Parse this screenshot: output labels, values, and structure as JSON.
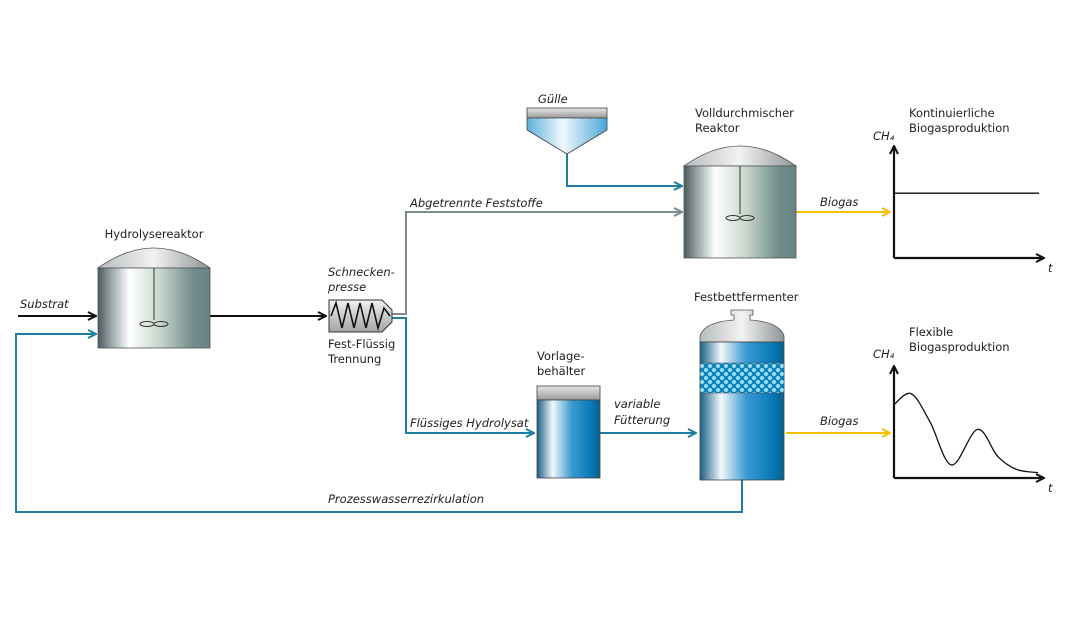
{
  "colors": {
    "black_line": "#111111",
    "teal_line": "#1f7fa0",
    "gray_line": "#7d8a90",
    "biogas_line": "#f3c200"
  },
  "units": {
    "hydrolysis_reactor": {
      "label": "Hydrolysereaktor"
    },
    "screw_press": {
      "label_top_1": "Schnecken-",
      "label_top_2": "presse",
      "label_bottom_1": "Fest-Flüssig",
      "label_bottom_2": "Trennung"
    },
    "manure_hopper": {
      "label": "Gülle"
    },
    "cstr": {
      "label_1": "Volldurchmischer",
      "label_2": "Reaktor"
    },
    "storage_tank": {
      "label_1": "Vorlage-",
      "label_2": "behälter"
    },
    "fixed_bed": {
      "label": "Festbettfermenter"
    }
  },
  "streams": {
    "substrate": "Substrat",
    "separated_solids": "Abgetrennte Feststoffe",
    "liquid_hydrolysate": "Flüssiges Hydrolysat",
    "variable_feeding_1": "variable",
    "variable_feeding_2": "Fütterung",
    "biogas_top": "Biogas",
    "biogas_bottom": "Biogas",
    "recirculation": "Prozesswasserrezirkulation"
  },
  "charts": {
    "continuous": {
      "title_1": "Kontinuierliche",
      "title_2": "Biogasproduktion",
      "ylabel": "CH₄",
      "xlabel": "t",
      "type": "line",
      "profile": "constant",
      "level": 0.6
    },
    "flexible": {
      "title_1": "Flexible",
      "title_2": "Biogasproduktion",
      "ylabel": "CH₄",
      "xlabel": "t",
      "type": "line",
      "profile": "oscillating-decay",
      "x": [
        0,
        0.12,
        0.25,
        0.4,
        0.58,
        0.72,
        0.85,
        1.0
      ],
      "y": [
        0.68,
        0.78,
        0.52,
        0.12,
        0.45,
        0.2,
        0.08,
        0.05
      ]
    }
  }
}
